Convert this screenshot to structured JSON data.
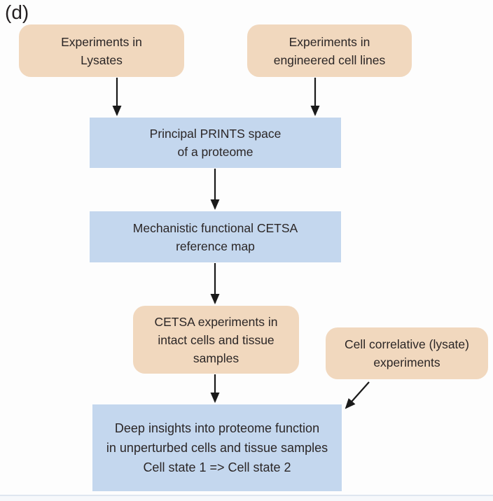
{
  "panel_label": "(d)",
  "colors": {
    "tan": "#f1d8be",
    "blue": "#c4d7ee",
    "text": "#2b2626",
    "arrow": "#1a1a1a",
    "background": "#fdfdfd"
  },
  "diagram_type": "flowchart",
  "nodes": {
    "lysates": {
      "shape": "rounded",
      "lines": [
        "Experiments in",
        "Lysates"
      ]
    },
    "engineered": {
      "shape": "rounded",
      "lines": [
        "Experiments in",
        "engineered cell lines"
      ]
    },
    "prints": {
      "shape": "rect",
      "lines": [
        "Principal PRINTS space",
        "of a proteome"
      ]
    },
    "cetsa_map": {
      "shape": "rect",
      "lines": [
        "Mechanistic functional CETSA",
        "reference map"
      ]
    },
    "cetsa_exp": {
      "shape": "rounded",
      "lines": [
        "CETSA experiments in",
        "intact cells and tissue",
        "samples"
      ]
    },
    "correlative": {
      "shape": "rounded",
      "lines": [
        "Cell correlative (lysate)",
        "experiments"
      ]
    },
    "insights": {
      "shape": "rect",
      "lines": [
        "Deep insights into proteome function",
        "in unperturbed cells and tissue samples",
        "Cell state 1 => Cell state 2"
      ]
    }
  },
  "edges": [
    {
      "from": "lysates",
      "to": "prints"
    },
    {
      "from": "engineered",
      "to": "prints"
    },
    {
      "from": "prints",
      "to": "cetsa_map"
    },
    {
      "from": "cetsa_map",
      "to": "cetsa_exp"
    },
    {
      "from": "cetsa_exp",
      "to": "insights"
    },
    {
      "from": "correlative",
      "to": "insights"
    }
  ]
}
